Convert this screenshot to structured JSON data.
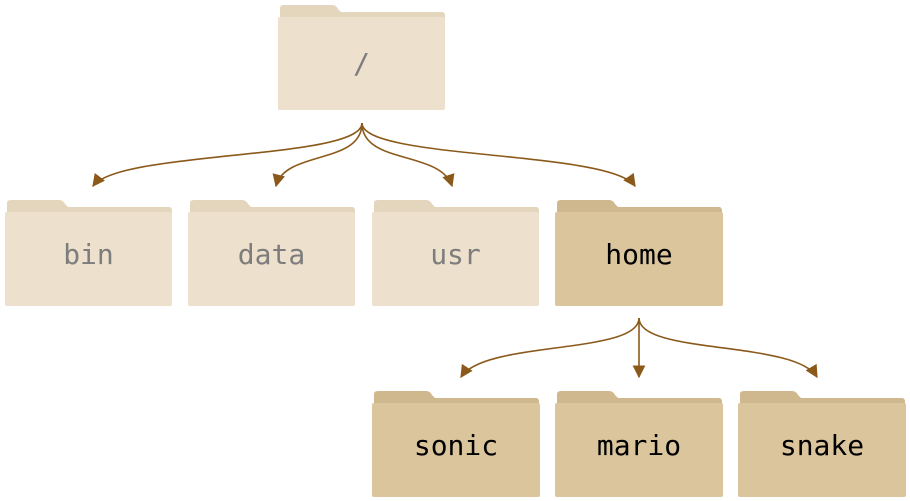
{
  "tree": {
    "root": {
      "label": "/"
    },
    "level1": [
      {
        "label": "bin",
        "highlighted": false
      },
      {
        "label": "data",
        "highlighted": false
      },
      {
        "label": "usr",
        "highlighted": false
      },
      {
        "label": "home",
        "highlighted": true
      }
    ],
    "level2": [
      {
        "label": "sonic",
        "highlighted": true
      },
      {
        "label": "mario",
        "highlighted": true
      },
      {
        "label": "snake",
        "highlighted": true
      }
    ]
  },
  "colors": {
    "edge": "#8b5a1b",
    "folder_faded": "#ede0cd",
    "folder_highlighted": "#dbc59d"
  }
}
